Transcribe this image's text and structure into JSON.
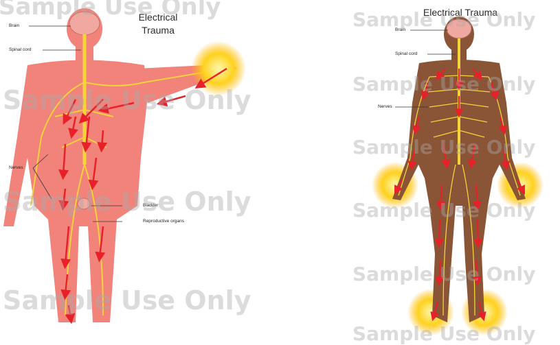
{
  "left": {
    "title_line1": "Electrical",
    "title_line2": "Trauma",
    "labels": {
      "brain": "Brain",
      "spinal_cord": "Spinal cord",
      "nerves": "Nerves",
      "bladder": "Bladder",
      "reproductive": "Reproductive organs"
    },
    "skin_color": "#f2837a"
  },
  "right": {
    "title": "Electrical Trauma",
    "labels": {
      "brain": "Brain",
      "spinal_cord": "Spinal cord",
      "nerves": "Nerves"
    },
    "skin_color": "#8a5436"
  },
  "watermark": "Sample Use Only",
  "colors": {
    "nerve": "#f5d33a",
    "arrow": "#e8202a",
    "glow": "#ffc800"
  }
}
